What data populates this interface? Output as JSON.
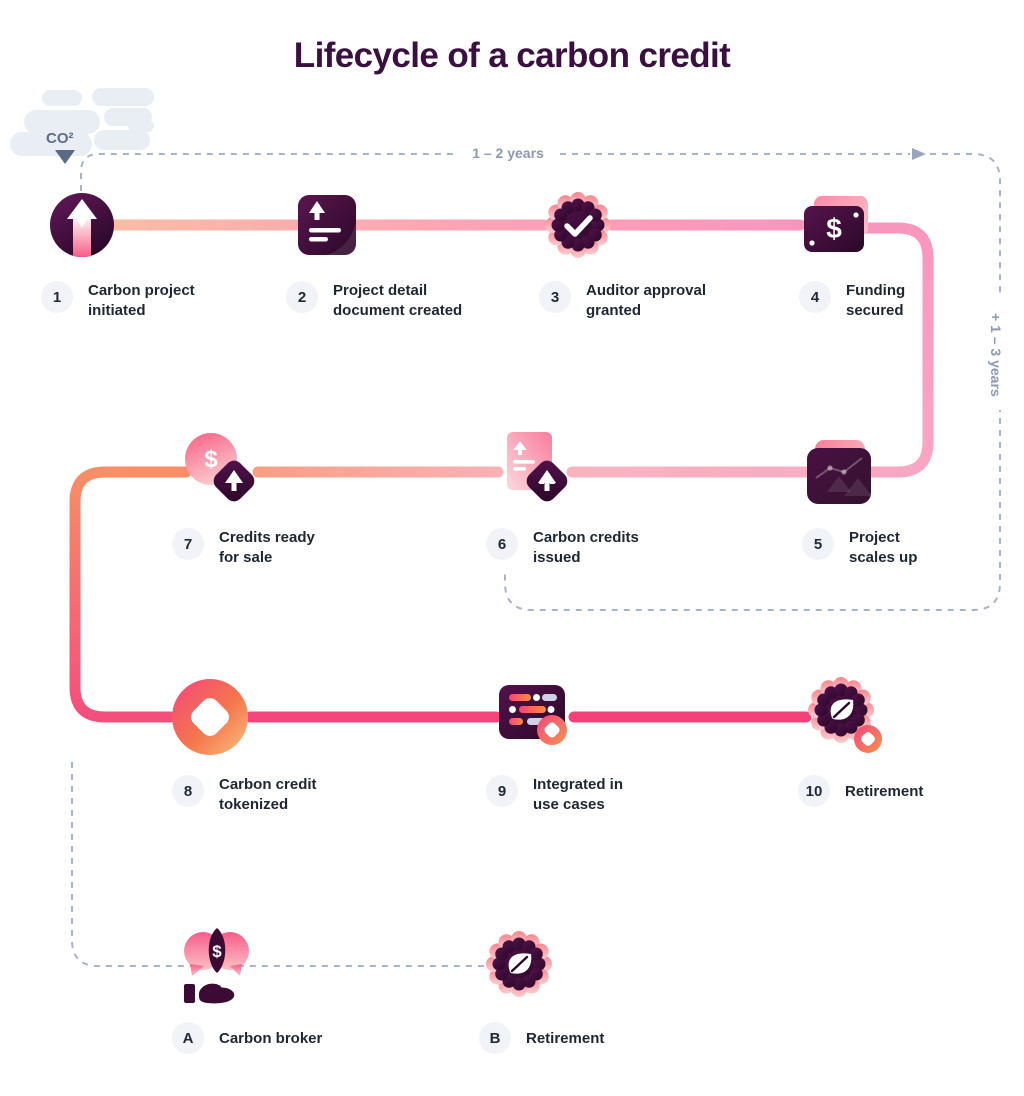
{
  "title": "Lifecycle of a carbon credit",
  "co2_label": "CO²",
  "durations": {
    "top": "1 – 2 years",
    "right": "+ 1 – 3 years"
  },
  "icons": {
    "dollar": "$"
  },
  "steps": [
    {
      "num": "1",
      "label": "Carbon project\ninitiated",
      "icon": "carbon-project-icon"
    },
    {
      "num": "2",
      "label": "Project detail\ndocument created",
      "icon": "project-document-icon"
    },
    {
      "num": "3",
      "label": "Auditor approval\ngranted",
      "icon": "approval-badge-icon"
    },
    {
      "num": "4",
      "label": "Funding\nsecured",
      "icon": "banknote-icon"
    },
    {
      "num": "5",
      "label": "Project\nscales up",
      "icon": "growth-card-icon"
    },
    {
      "num": "6",
      "label": "Carbon credits\nissued",
      "icon": "credit-document-icon"
    },
    {
      "num": "7",
      "label": "Credits ready\nfor sale",
      "icon": "credit-sale-icon"
    },
    {
      "num": "8",
      "label": "Carbon credit\ntokenized",
      "icon": "token-icon"
    },
    {
      "num": "9",
      "label": "Integrated in\nuse cases",
      "icon": "integration-card-icon"
    },
    {
      "num": "10",
      "label": "Retirement",
      "icon": "retirement-token-badge-icon"
    }
  ],
  "branches": [
    {
      "num": "A",
      "label": "Carbon broker",
      "icon": "carbon-broker-icon"
    },
    {
      "num": "B",
      "label": "Retirement",
      "icon": "retirement-badge-icon"
    }
  ],
  "colors": {
    "title_purple": "#3A1040",
    "icon_purple_dark": "#2D0829",
    "icon_purple_light": "#5D1753",
    "flow_salmon": "#F9BCA6",
    "flow_pink": "#F4417A",
    "flow_orange": "#F68C3F",
    "dashed_gray": "#A8B2C8",
    "number_badge_bg": "#F1F3F8",
    "cloud_gray": "#E9EDF4"
  }
}
